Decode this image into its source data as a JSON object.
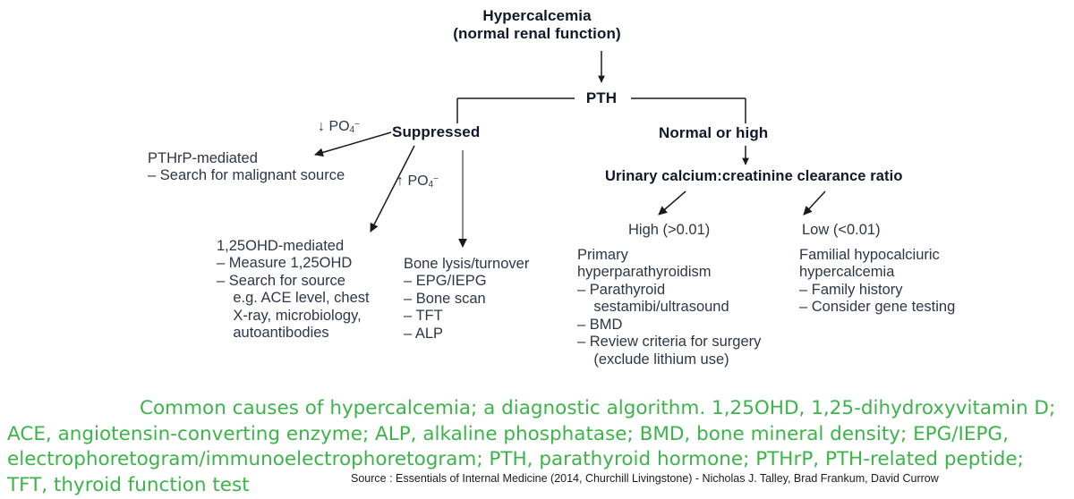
{
  "diagram": {
    "root": "Hypercalcemia\n(normal renal function)",
    "pth": "PTH",
    "branch_left": "Suppressed",
    "branch_right": "Normal or high",
    "urinary_ratio": "Urinary calcium:creatinine clearance ratio",
    "edge_labels": {
      "po4_down_arrow": "↓",
      "po4_down_text": "PO",
      "po4_down_sub": "4",
      "po4_down_sup": "−",
      "po4_up_arrow": "↑",
      "po4_up_text": "PO",
      "po4_up_sub": "4",
      "po4_up_sup": "−"
    },
    "ratio_branches": {
      "high": "High (>0.01)",
      "low": "Low (<0.01)"
    },
    "outcomes": {
      "pthrp": "PTHrP-mediated\n– Search for malignant source",
      "vitd": "1,25OHD-mediated\n– Measure 1,25OHD\n– Search for source\n    e.g. ACE level, chest\n    X-ray, microbiology,\n    autoantibodies",
      "bone": "Bone lysis/turnover\n– EPG/IEPG\n– Bone scan\n– TFT\n– ALP",
      "primary": "Primary\nhyperparathyroidism\n– Parathyroid\n    sestamibi/ultrasound\n– BMD\n– Review criteria for surgery\n    (exclude lithium use)",
      "familial": "Familial hypocalciuric\nhypercalcemia\n– Family history\n– Consider gene testing"
    }
  },
  "caption": {
    "text": "Common causes of hypercalcemia; a diagnostic algorithm. 1,25OHD, 1,25-dihydroxyvitamin D; ACE, angiotensin-converting enzyme; ALP, alkaline phosphatase; BMD, bone mineral density; EPG/IEPG, electrophoretogram/immunoelectrophoretogram; PTH, parathyroid hormone; PTHrP, PTH-related peptide; TFT, thyroid function test",
    "color": "#3cb44a"
  },
  "source": {
    "text": "Source : Essentials of Internal Medicine (2014, Churchill Livingstone) - Nicholas J. Talley, Brad Frankum, David Currow"
  },
  "style": {
    "line_color": "#1a1a1a",
    "text_color": "#2a3140"
  }
}
